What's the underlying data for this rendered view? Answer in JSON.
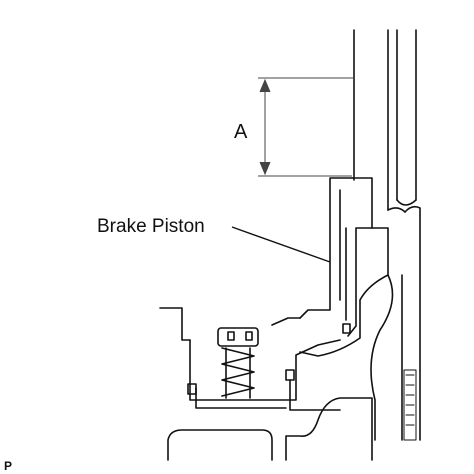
{
  "labels": {
    "dimension": "A",
    "part": "Brake Piston",
    "corner": "P"
  },
  "colors": {
    "line": "#111111",
    "dimension_line": "#444444",
    "background": "#ffffff"
  }
}
